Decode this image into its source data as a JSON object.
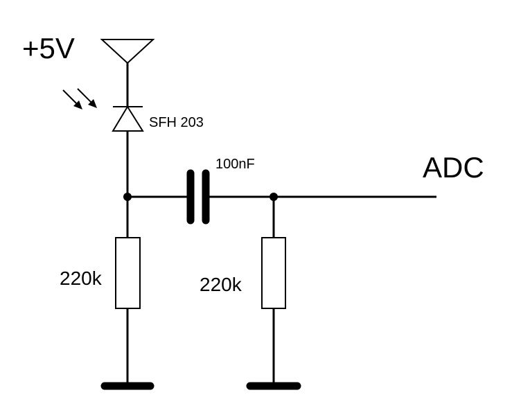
{
  "supply": {
    "label": "+5V"
  },
  "photodiode": {
    "label": "SFH 203"
  },
  "capacitor": {
    "label": "100nF"
  },
  "output": {
    "label": "ADC"
  },
  "resistor_left": {
    "label": "220k"
  },
  "resistor_right": {
    "label": "220k"
  }
}
